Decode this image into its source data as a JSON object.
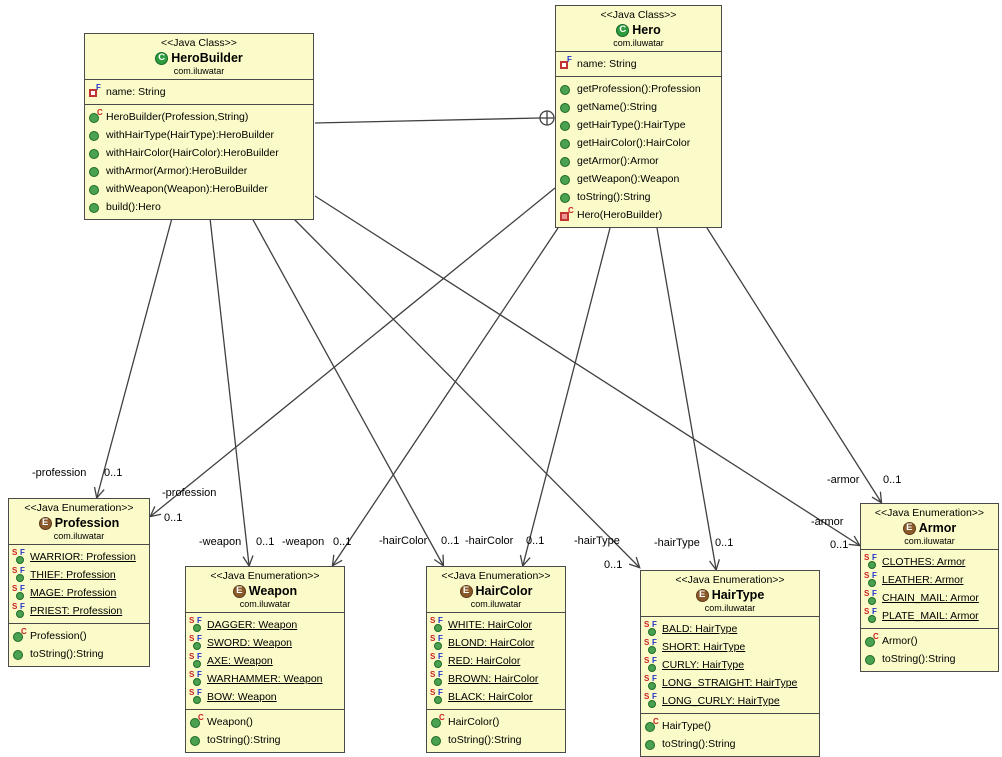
{
  "classes": {
    "hero_builder": {
      "stereotype": "<<Java Class>>",
      "icon_letter": "C",
      "name": "HeroBuilder",
      "package": "com.iluwatar",
      "fields": [
        {
          "icon": "field-private",
          "text": "name: String",
          "underline": false
        }
      ],
      "methods": [
        {
          "icon": "constructor-public",
          "text": "HeroBuilder(Profession,String)",
          "underline": false
        },
        {
          "icon": "method-public",
          "text": "withHairType(HairType):HeroBuilder",
          "underline": false
        },
        {
          "icon": "method-public",
          "text": "withHairColor(HairColor):HeroBuilder",
          "underline": false
        },
        {
          "icon": "method-public",
          "text": "withArmor(Armor):HeroBuilder",
          "underline": false
        },
        {
          "icon": "method-public",
          "text": "withWeapon(Weapon):HeroBuilder",
          "underline": false
        },
        {
          "icon": "method-public",
          "text": "build():Hero",
          "underline": false
        }
      ]
    },
    "hero": {
      "stereotype": "<<Java Class>>",
      "icon_letter": "C",
      "name": "Hero",
      "package": "com.iluwatar",
      "fields": [
        {
          "icon": "field-private",
          "text": "name: String",
          "underline": false
        }
      ],
      "methods": [
        {
          "icon": "method-public",
          "text": "getProfession():Profession",
          "underline": false
        },
        {
          "icon": "method-public",
          "text": "getName():String",
          "underline": false
        },
        {
          "icon": "method-public",
          "text": "getHairType():HairType",
          "underline": false
        },
        {
          "icon": "method-public",
          "text": "getHairColor():HairColor",
          "underline": false
        },
        {
          "icon": "method-public",
          "text": "getArmor():Armor",
          "underline": false
        },
        {
          "icon": "method-public",
          "text": "getWeapon():Weapon",
          "underline": false
        },
        {
          "icon": "method-public",
          "text": "toString():String",
          "underline": false
        },
        {
          "icon": "constructor-private",
          "text": "Hero(HeroBuilder)",
          "underline": false
        }
      ]
    },
    "profession": {
      "stereotype": "<<Java Enumeration>>",
      "icon_letter": "E",
      "name": "Profession",
      "package": "com.iluwatar",
      "fields": [
        {
          "icon": "field-static-final",
          "text": "WARRIOR: Profession",
          "underline": true
        },
        {
          "icon": "field-static-final",
          "text": "THIEF: Profession",
          "underline": true
        },
        {
          "icon": "field-static-final",
          "text": "MAGE: Profession",
          "underline": true
        },
        {
          "icon": "field-static-final",
          "text": "PRIEST: Profession",
          "underline": true
        }
      ],
      "methods": [
        {
          "icon": "constructor-public",
          "text": "Profession()",
          "underline": false
        },
        {
          "icon": "method-public",
          "text": "toString():String",
          "underline": false
        }
      ]
    },
    "weapon": {
      "stereotype": "<<Java Enumeration>>",
      "icon_letter": "E",
      "name": "Weapon",
      "package": "com.iluwatar",
      "fields": [
        {
          "icon": "field-static-final",
          "text": "DAGGER: Weapon",
          "underline": true
        },
        {
          "icon": "field-static-final",
          "text": "SWORD: Weapon",
          "underline": true
        },
        {
          "icon": "field-static-final",
          "text": "AXE: Weapon",
          "underline": true
        },
        {
          "icon": "field-static-final",
          "text": "WARHAMMER: Weapon",
          "underline": true
        },
        {
          "icon": "field-static-final",
          "text": "BOW: Weapon",
          "underline": true
        }
      ],
      "methods": [
        {
          "icon": "constructor-public",
          "text": "Weapon()",
          "underline": false
        },
        {
          "icon": "method-public",
          "text": "toString():String",
          "underline": false
        }
      ]
    },
    "hair_color": {
      "stereotype": "<<Java Enumeration>>",
      "icon_letter": "E",
      "name": "HairColor",
      "package": "com.iluwatar",
      "fields": [
        {
          "icon": "field-static-final",
          "text": "WHITE: HairColor",
          "underline": true
        },
        {
          "icon": "field-static-final",
          "text": "BLOND: HairColor",
          "underline": true
        },
        {
          "icon": "field-static-final",
          "text": "RED: HairColor",
          "underline": true
        },
        {
          "icon": "field-static-final",
          "text": "BROWN: HairColor",
          "underline": true
        },
        {
          "icon": "field-static-final",
          "text": "BLACK: HairColor",
          "underline": true
        }
      ],
      "methods": [
        {
          "icon": "constructor-public",
          "text": "HairColor()",
          "underline": false
        },
        {
          "icon": "method-public",
          "text": "toString():String",
          "underline": false
        }
      ]
    },
    "hair_type": {
      "stereotype": "<<Java Enumeration>>",
      "icon_letter": "E",
      "name": "HairType",
      "package": "com.iluwatar",
      "fields": [
        {
          "icon": "field-static-final",
          "text": "BALD: HairType",
          "underline": true
        },
        {
          "icon": "field-static-final",
          "text": "SHORT: HairType",
          "underline": true
        },
        {
          "icon": "field-static-final",
          "text": "CURLY: HairType",
          "underline": true
        },
        {
          "icon": "field-static-final",
          "text": "LONG_STRAIGHT: HairType",
          "underline": true
        },
        {
          "icon": "field-static-final",
          "text": "LONG_CURLY: HairType",
          "underline": true
        }
      ],
      "methods": [
        {
          "icon": "constructor-public",
          "text": "HairType()",
          "underline": false
        },
        {
          "icon": "method-public",
          "text": "toString():String",
          "underline": false
        }
      ]
    },
    "armor": {
      "stereotype": "<<Java Enumeration>>",
      "icon_letter": "E",
      "name": "Armor",
      "package": "com.iluwatar",
      "fields": [
        {
          "icon": "field-static-final",
          "text": "CLOTHES: Armor",
          "underline": true
        },
        {
          "icon": "field-static-final",
          "text": "LEATHER: Armor",
          "underline": true
        },
        {
          "icon": "field-static-final",
          "text": "CHAIN_MAIL: Armor",
          "underline": true
        },
        {
          "icon": "field-static-final",
          "text": "PLATE_MAIL: Armor",
          "underline": true
        }
      ],
      "methods": [
        {
          "icon": "constructor-public",
          "text": "Armor()",
          "underline": false
        },
        {
          "icon": "method-public",
          "text": "toString():String",
          "underline": false
        }
      ]
    }
  },
  "edge_labels": [
    {
      "text": "-profession"
    },
    {
      "text": "0..1"
    },
    {
      "text": "-profession"
    },
    {
      "text": "0..1"
    },
    {
      "text": "-weapon"
    },
    {
      "text": "0..1"
    },
    {
      "text": "-weapon"
    },
    {
      "text": "0..1"
    },
    {
      "text": "-hairColor"
    },
    {
      "text": "0..1"
    },
    {
      "text": "-hairColor"
    },
    {
      "text": "0..1"
    },
    {
      "text": "-hairType"
    },
    {
      "text": "0..1"
    },
    {
      "text": "-hairType"
    },
    {
      "text": "0..1"
    },
    {
      "text": "-armor"
    },
    {
      "text": "0..1"
    },
    {
      "text": "-armor"
    },
    {
      "text": "0..1"
    }
  ],
  "colors": {
    "box_fill": "#fbfbc9",
    "box_border": "#4a4a4a",
    "line": "#404040",
    "class_icon": "#2f9b3f",
    "enum_icon": "#8a5a2b",
    "private_red": "#c23333",
    "static_s_red": "#cc2222",
    "final_f_blue": "#2233cc",
    "public_green": "#4aa14f"
  }
}
